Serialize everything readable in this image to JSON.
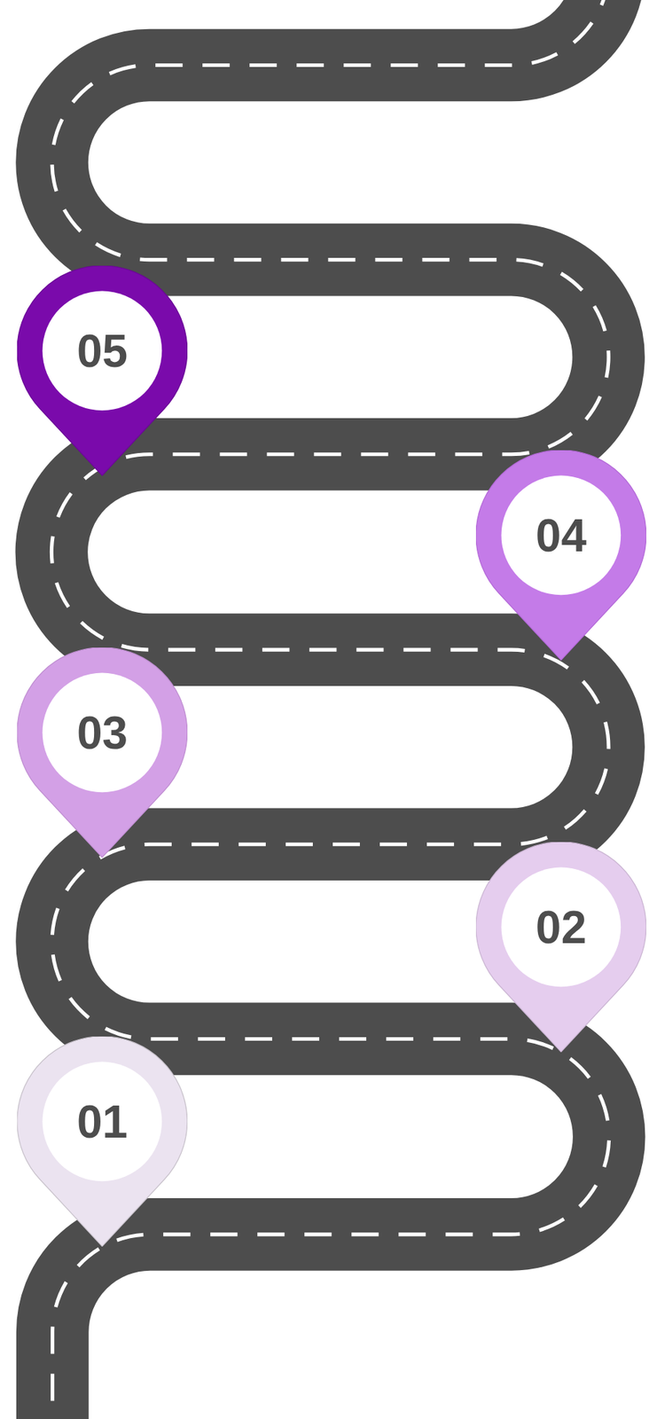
{
  "diagram": {
    "nodes": [
      {
        "text": [
          "01"
        ]
      },
      {
        "text": [
          "02"
        ]
      },
      {
        "text": [
          "03"
        ]
      },
      {
        "text": [
          "04"
        ]
      },
      {
        "text": [
          "05"
        ]
      }
    ]
  }
}
